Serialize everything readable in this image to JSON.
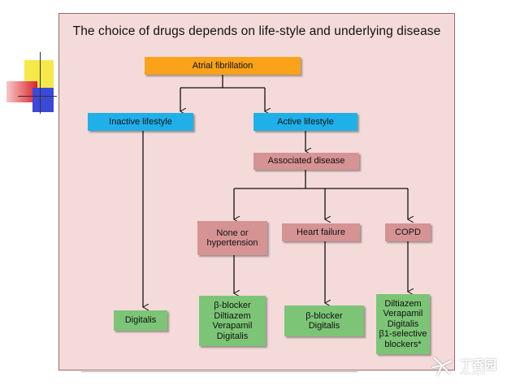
{
  "title": "The choice of drugs depends on life-style and underlying disease",
  "nodes": {
    "atrial_fibrillation": "Atrial fibrillation",
    "inactive_lifestyle": "Inactive lifestyle",
    "active_lifestyle": "Active lifestyle",
    "associated_disease": "Associated disease",
    "none_or_hypertension": [
      "None or",
      "hypertension"
    ],
    "heart_failure": "Heart failure",
    "copd": "COPD"
  },
  "drugs": {
    "inactive": [
      "Digitalis"
    ],
    "none_or_hypertension": [
      "β-blocker",
      "Diltiazem",
      "Verapamil",
      "Digitalis"
    ],
    "heart_failure": [
      "β-blocker",
      "Digitalis"
    ],
    "copd": [
      "Diltiazem",
      "Verapamil",
      "Digitalis",
      "β1-selective",
      "blockers*"
    ]
  },
  "watermark": {
    "text": "丁香园",
    "url": "www.dxy.cn"
  },
  "colors": {
    "panel": "#f5dada",
    "orange": "#f9a21a",
    "blue": "#1fb0ea",
    "pink": "#d59393",
    "green": "#7cc576"
  }
}
